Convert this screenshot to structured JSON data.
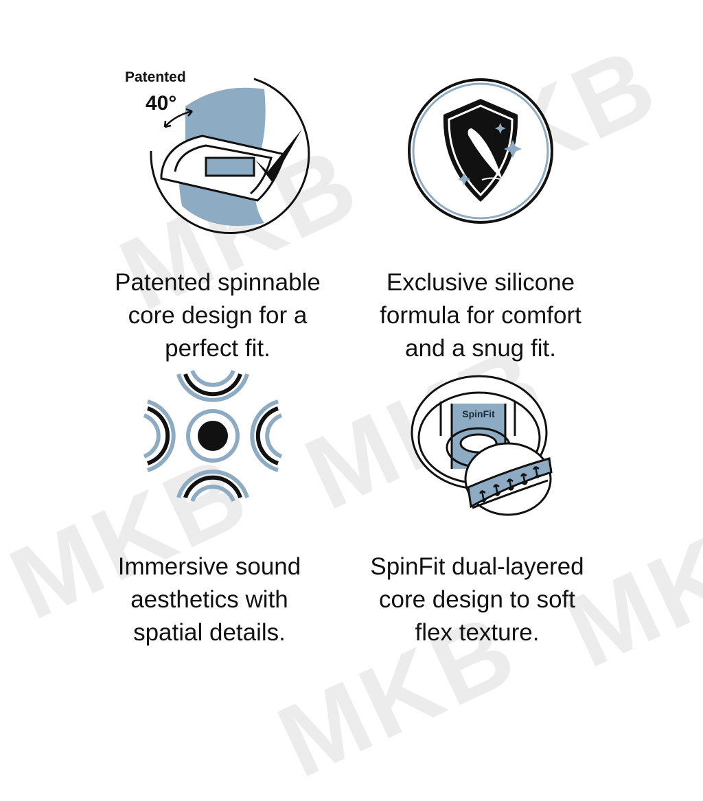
{
  "watermark": {
    "text": "MKB",
    "color": "#ececec"
  },
  "colors": {
    "accent_blue": "#8eabc4",
    "ink": "#111111",
    "background": "#ffffff"
  },
  "features": [
    {
      "icon": "spinnable-core-icon",
      "badge": {
        "line1": "Patented",
        "line2": "40°"
      },
      "caption": [
        "Patented spinnable",
        "core design for a",
        "perfect fit."
      ]
    },
    {
      "icon": "shield-feather-icon",
      "caption": [
        "Exclusive silicone",
        "formula for comfort",
        "and a snug fit."
      ]
    },
    {
      "icon": "sound-waves-icon",
      "caption": [
        "Immersive sound",
        "aesthetics with",
        "spatial details."
      ]
    },
    {
      "icon": "dual-layer-eartip-icon",
      "brand_label": "SpinFit",
      "caption": [
        "SpinFit dual-layered",
        "core design to soft",
        "flex texture."
      ]
    }
  ]
}
